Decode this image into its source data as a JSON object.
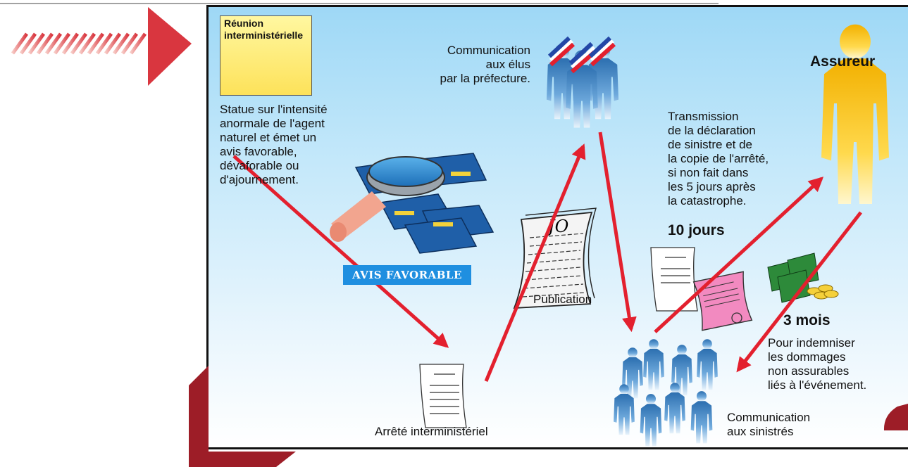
{
  "meeting": {
    "title": "Réunion\ninterministérielle",
    "description": "Statue sur l'intensité\nanormale de l'agent\nnaturel et émet un\navis favorable,\ndévaforable ou\nd'ajournement."
  },
  "badge": {
    "label": "AVIS FAVORABLE"
  },
  "journal": {
    "stamp": "JO"
  },
  "steps": {
    "communication_elus": "Communication\naux élus\npar la préfecture.",
    "publication": "Publication",
    "arrete": "Arrêté interministériel",
    "transmission": "Transmission\nde la déclaration\nde sinistre et de\nla copie de l'arrêté,\nsi non fait dans\nles 5 jours après\nla catastrophe.",
    "delay_10": "10 jours",
    "assureur": "Assureur",
    "delay_3": "3 mois",
    "indemnisation": "Pour indemniser\nles dommages\nnon assurables\nliés à l'événement.",
    "communication_sinistres": "Communication\naux sinistrés"
  },
  "colors": {
    "arrow": "#e3202e",
    "frame_bg_top": "#9ed8f6",
    "badge": "#1f8fe0",
    "folder": "#1f5fa8",
    "person_blue": "#3d86c6",
    "person_gold": "#f5b800",
    "money": "#2d8a3a",
    "certificate": "#f28ac0"
  }
}
